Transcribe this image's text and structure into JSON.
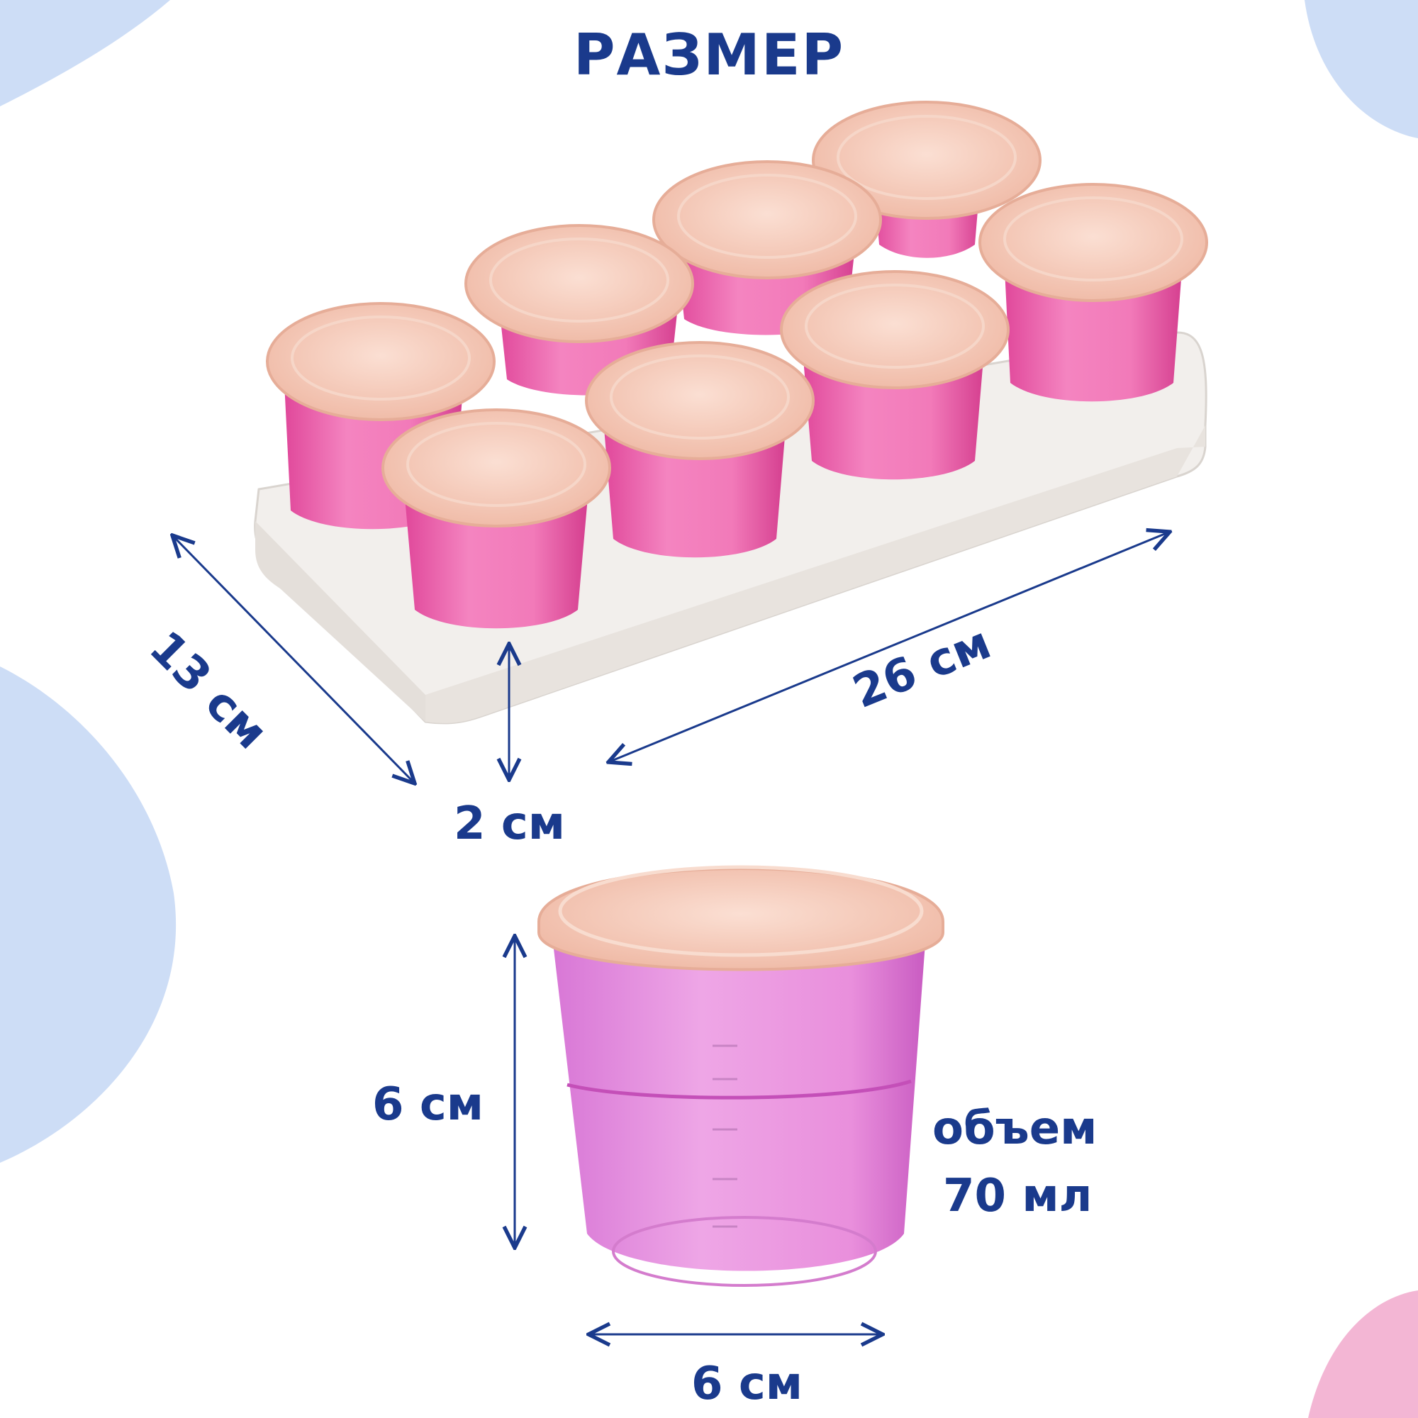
{
  "title": "РАЗМЕР",
  "dimensions": {
    "tray_width": "26 см",
    "tray_depth": "13 см",
    "tray_height": "2 см",
    "cup_height": "6 см",
    "cup_width": "6 см"
  },
  "volume": {
    "line1": "объем",
    "line2": "70 мл"
  },
  "colors": {
    "text": "#1a3a8c",
    "cup_body": "#f06bb0",
    "lid": "#f5c9b8",
    "tray": "#f2efec",
    "bg_blob_blue": "#cdddf6",
    "bg_blob_pink": "#f3b6d4"
  }
}
